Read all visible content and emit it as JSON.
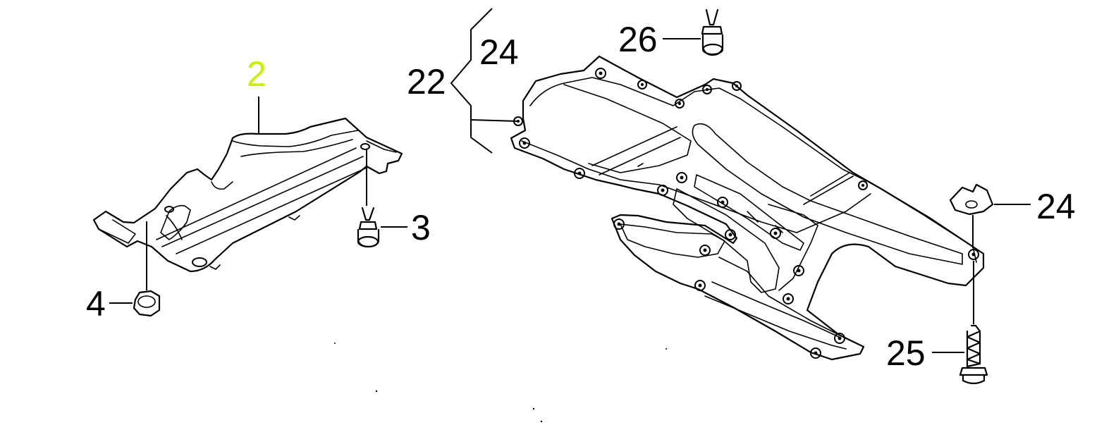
{
  "callouts": {
    "c2": "2",
    "c3": "3",
    "c4": "4",
    "c22": "22",
    "c24_top": "24",
    "c24_right": "24",
    "c25": "25",
    "c26": "26"
  },
  "colors": {
    "line": "#000000",
    "highlight": "#c8f000",
    "background": "#ffffff"
  }
}
